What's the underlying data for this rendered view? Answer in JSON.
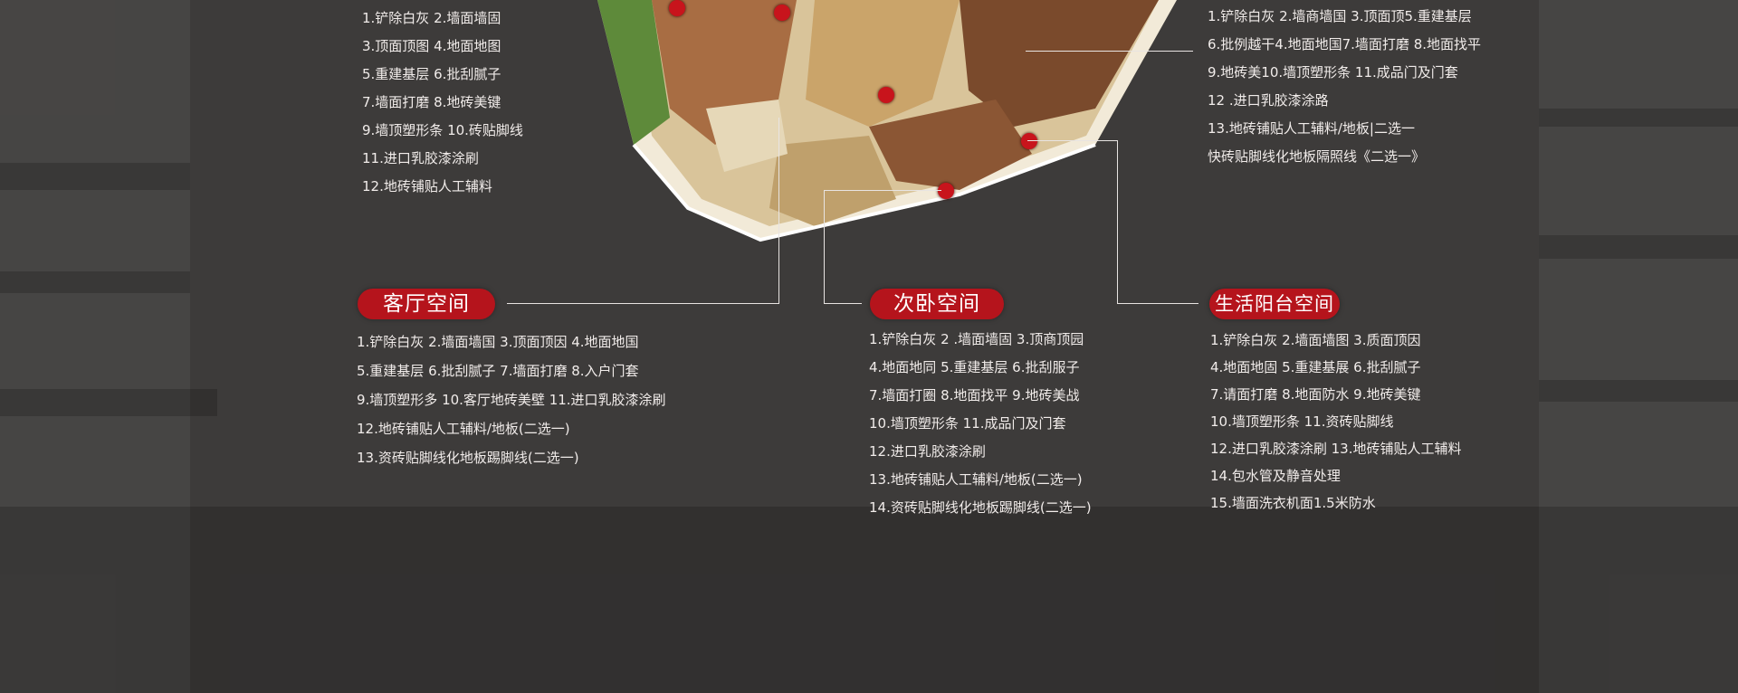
{
  "colors": {
    "accent": "#b5141c",
    "text": "#f1ecea",
    "background": "#3d3b3a"
  },
  "top_left": {
    "items": [
      "1.铲除白灰 2.墙面墙固",
      "3.顶面顶图 4.地面地图",
      "5.重建基层  6.批刮腻子",
      "7.墙面打磨  8.地砖美键",
      "9.墙顶塑形条 10.砖贴脚线",
      "11.进口乳胶漆涂刷",
      "12.地砖铺贴人工辅料"
    ]
  },
  "top_right": {
    "items": [
      "1.铲除白灰 2.墙商墙国 3.顶面顶5.重建基层",
      "6.批例越干4.地面地国7.墙面打磨 8.地面找平",
      " 9.地砖美10.墙顶塑形条 11.成品门及门套",
      "12 .进口乳胶漆涂路",
      "13.地砖铺贴人工辅料/地板|二选一",
      "快砖贴脚线化地板隔照线《二选一》"
    ]
  },
  "living_room": {
    "title": "客厅空间",
    "items": [
      "1.铲除白灰  2.墙面墙国 3.顶面顶因 4.地面地国",
      "5.重建基层  6.批刮腻子 7.墙面打磨  8.入户门套",
      "9.墙顶塑形多 10.客厅地砖美壁 11.进口乳胶漆涂刷",
      "12.地砖铺贴人工辅料/地板(二选一)",
      "13.资砖贴脚线化地板踢脚线(二选一)"
    ]
  },
  "second_bedroom": {
    "title": "次卧空间",
    "items": [
      "1.铲除白灰  2 .墙面墙固 3.顶商顶园",
      "4.地面地同  5.重建基层  6.批刮服子",
      "7.墙面打圈  8.地面找平  9.地砖美战",
      "10.墙顶塑形条  11.成品门及门套",
      "12.进口乳胶漆涂刷",
      "13.地砖铺贴人工辅料/地板(二选一)",
      "14.资砖贴脚线化地板踢脚线(二选一)"
    ]
  },
  "balcony": {
    "title": "生活阳台空间",
    "items": [
      "1.铲除白灰 2.墙面墙图  3.质面顶因",
      "4.地面地固  5.重建基展  6.批刮腻子",
      "7.请面打磨  8.地面防水  9.地砖美键",
      "10.墙顶塑形条 11.资砖贴脚线",
      "12.进口乳胶漆涂刷 13.地砖铺贴人工辅料",
      "14.包水管及静音处理",
      "15.墙面洗衣机面1.5米防水"
    ]
  }
}
